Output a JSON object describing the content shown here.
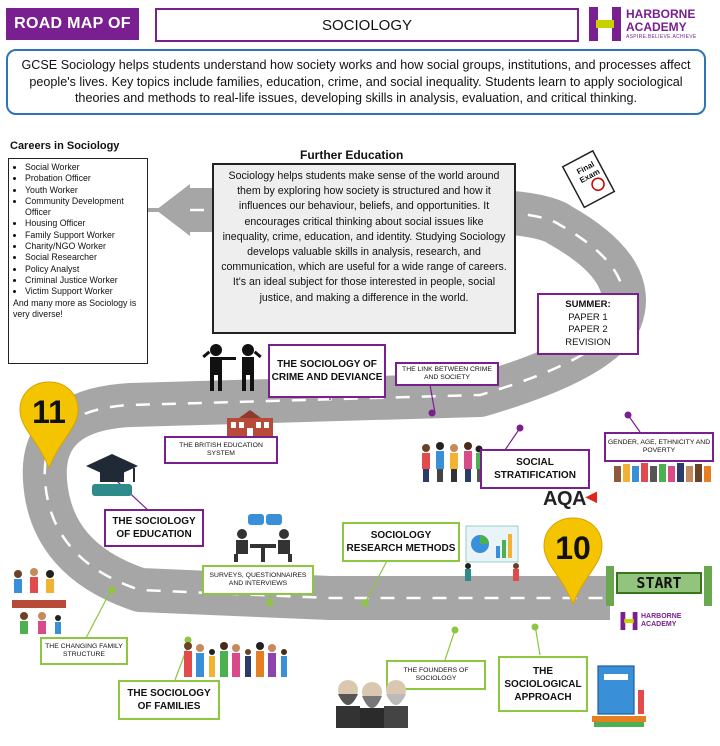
{
  "header": {
    "tag": "ROAD MAP OF",
    "subject": "SOCIOLOGY"
  },
  "logo": {
    "name_line1": "HARBORNE",
    "name_line2": "ACADEMY",
    "tagline": "ASPIRE.BELIEVE.ACHIEVE"
  },
  "intro": "GCSE Sociology helps students understand how society works and how social groups, institutions, and processes affect people's lives. Key topics include families, education, crime, and social inequality. Students learn to apply sociological theories and methods to real-life issues, developing skills in analysis, evaluation, and critical thinking.",
  "careers": {
    "title": "Careers in Sociology",
    "items": [
      "Social Worker",
      "Probation Officer",
      "Youth Worker",
      "Community Development Officer",
      "Housing Officer",
      "Family Support Worker",
      "Charity/NGO Worker",
      "Social Researcher",
      "Policy Analyst",
      "Criminal Justice Worker",
      "Victim Support Worker"
    ],
    "footer": "And many more as Sociology is very diverse!"
  },
  "further_education": {
    "title": "Further Education",
    "text": "Sociology helps students make sense of the world around them by exploring how society is structured and how it influences our behaviour, beliefs, and opportunities. It encourages critical thinking about social issues like inequality, crime, education, and identity. Studying Sociology develops valuable skills in analysis, research, and communication, which are useful for a wide range of careers. It's an ideal subject for those interested in people, social justice, and making a difference in the world."
  },
  "exam_paper": {
    "line1": "Final",
    "line2": "Exam"
  },
  "summer": {
    "title": "SUMMER:",
    "lines": [
      "PAPER 1",
      "PAPER 2",
      "REVISION"
    ]
  },
  "topics": {
    "crime": "THE SOCIOLOGY OF CRIME AND DEVIANCE",
    "crime_link": "THE LINK BETWEEN CRIME AND SOCIETY",
    "education_system": "THE BRITISH EDUCATION SYSTEM",
    "stratification": "SOCIAL STRATIFICATION",
    "gender": "GENDER, AGE, ETHNICITY AND POVERTY",
    "education": "THE SOCIOLOGY OF EDUCATION",
    "methods": "SOCIOLOGY RESEARCH METHODS",
    "surveys": "SURVEYS, QUESTIONNAIRES AND INTERVIEWS",
    "family_structure": "THE CHANGING FAMILY STRUCTURE",
    "families": "THE SOCIOLOGY OF FAMILIES",
    "founders": "THE FOUNDERS OF SOCIOLOGY",
    "approach": "THE SOCIOLOGICAL APPROACH"
  },
  "years": {
    "year11": "11",
    "year10": "10"
  },
  "start_sign": "START",
  "board": "AQA",
  "colors": {
    "purple": "#7a1f8f",
    "green": "#8dc63f",
    "road": "#a6a6a6",
    "pin": "#f5c400",
    "blue": "#2e75b6"
  }
}
